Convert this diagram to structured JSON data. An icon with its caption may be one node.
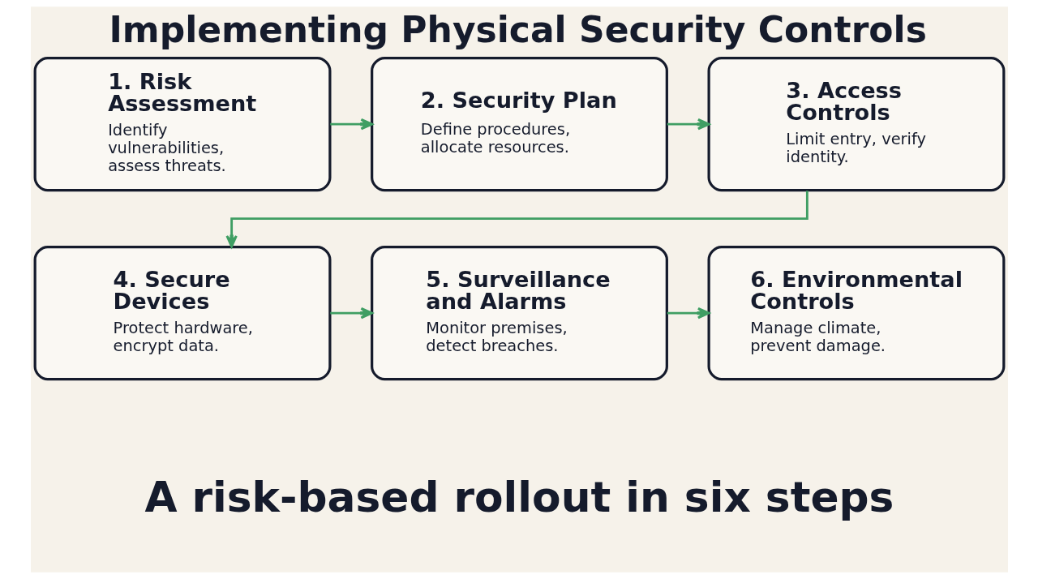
{
  "diagram": {
    "title": "Implementing Physical Security Controls",
    "caption": "A risk-based rollout in six steps",
    "nodes": [
      {
        "text": [
          "1. Risk Assessment",
          "Identify vulnerabilities, assess threats."
        ]
      },
      {
        "text": [
          "2. Security Plan",
          "Define procedures, allocate resources."
        ]
      },
      {
        "text": [
          "3. Access Controls",
          "Limit entry, verify identity."
        ]
      },
      {
        "text": [
          "4. Secure Devices",
          "Protect hardware, encrypt data."
        ]
      },
      {
        "text": [
          "5. Surveillance and Alarms",
          "Monitor premises, detect breaches."
        ]
      },
      {
        "text": [
          "6. Environmental Controls",
          "Manage climate, prevent damage."
        ]
      }
    ],
    "edges": [
      {
        "from": 0,
        "to": 1,
        "arrow": "to"
      },
      {
        "from": 1,
        "to": 2,
        "arrow": "to"
      },
      {
        "from": 2,
        "to": 3,
        "arrow": "to"
      },
      {
        "from": 3,
        "to": 4,
        "arrow": "to"
      },
      {
        "from": 4,
        "to": 5,
        "arrow": "to"
      }
    ]
  }
}
